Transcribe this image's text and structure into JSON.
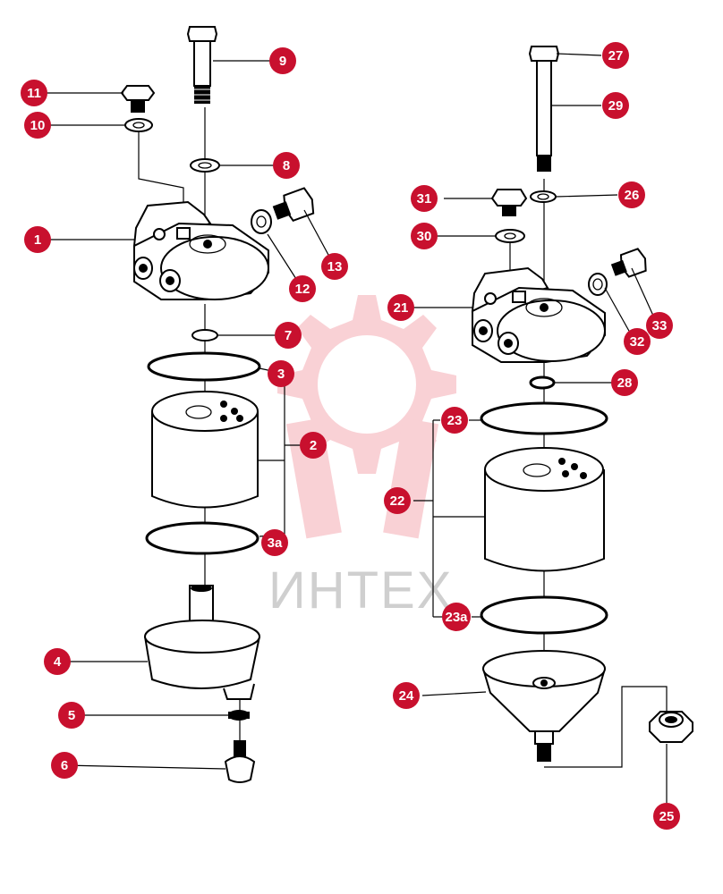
{
  "watermark": {
    "text": "ИНТЕХ",
    "color": "#f6b7bd"
  },
  "accent": "#c8102e",
  "callouts": [
    "1",
    "2",
    "3",
    "3a",
    "4",
    "5",
    "6",
    "7",
    "8",
    "9",
    "10",
    "11",
    "12",
    "13",
    "21",
    "22",
    "23",
    "23a",
    "24",
    "25",
    "26",
    "27",
    "28",
    "29",
    "30",
    "31",
    "32",
    "33"
  ],
  "icons": {
    "watermark": "gear-wrench-logo-icon"
  }
}
